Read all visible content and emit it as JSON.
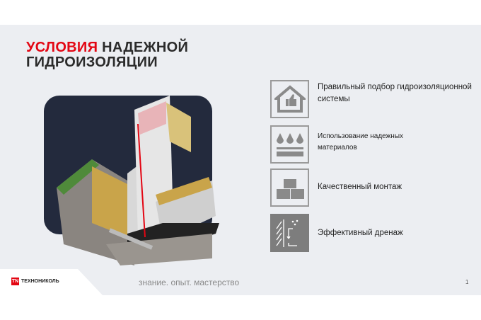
{
  "title": {
    "highlight": "УСЛОВИЯ",
    "rest_line1": "НАДЕЖНОЙ",
    "line2": "ГИДРОИЗОЛЯЦИИ"
  },
  "items": [
    {
      "icon": "house-thumbs-up-icon",
      "label": "Правильный подбор гидроизоляционной системы"
    },
    {
      "icon": "drops-layers-icon",
      "label": "Использование надежных материалов"
    },
    {
      "icon": "bricks-icon",
      "label": "Качественный монтаж"
    },
    {
      "icon": "drainage-icon",
      "label": "Эффективный дренаж"
    }
  ],
  "footer": {
    "logo": "ТЕХНОНИКОЛЬ",
    "logo_mark": "TN",
    "tagline": "знание. опыт. мастерство",
    "page": "1"
  },
  "colors": {
    "accent": "#e30613",
    "navy": "#232a3d",
    "bg": "#eceef2",
    "icon_gray": "#9a9a9a"
  }
}
